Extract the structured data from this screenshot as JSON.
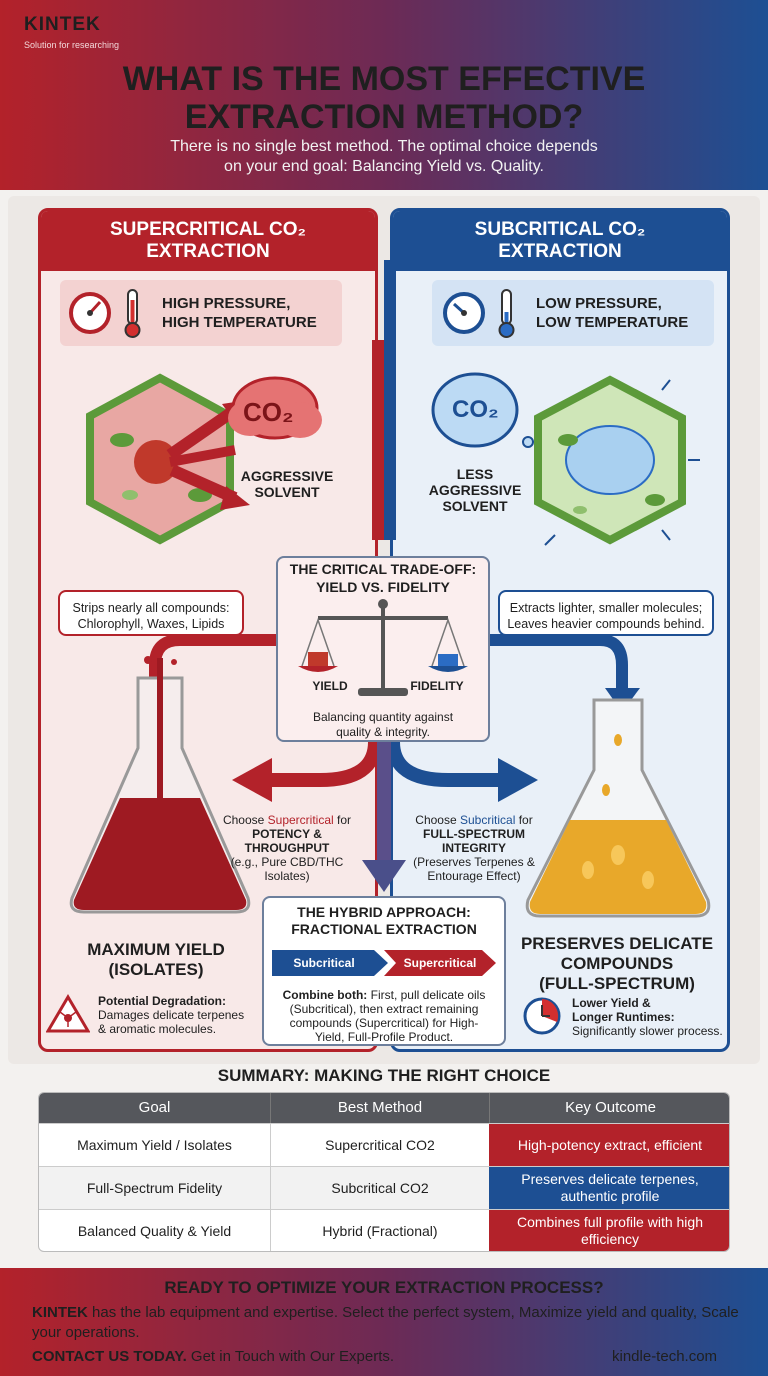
{
  "header": {
    "brand": "KINTEK",
    "brand_tagline": "Solution for researching",
    "title_line1": "WHAT IS THE MOST EFFECTIVE",
    "title_line2": "EXTRACTION METHOD?",
    "subtitle_line1": "There is no single best method. The optimal choice depends",
    "subtitle_line2": "on your end goal: Balancing Yield vs. Quality."
  },
  "supercritical": {
    "title_line1": "SUPERCRITICAL CO₂",
    "title_line2": "EXTRACTION",
    "conditions_line1": "HIGH PRESSURE,",
    "conditions_line2": "HIGH TEMPERATURE",
    "cloud_label": "CO₂",
    "solvent_line1": "AGGRESSIVE",
    "solvent_line2": "SOLVENT",
    "callout_line1": "Strips nearly all compounds:",
    "callout_line2": "Chlorophyll, Waxes, Lipids",
    "result_line1": "MAXIMUM YIELD",
    "result_line2": "(ISOLATES)",
    "warning_title": "Potential Degradation:",
    "warning_line1": "Damages delicate terpenes",
    "warning_line2": "& aromatic molecules.",
    "choose_prefix": "Choose",
    "choose_method": "Supercritical",
    "choose_for": "for",
    "choose_line2": "POTENCY &",
    "choose_line3": "THROUGHPUT",
    "choose_line4": "(e.g., Pure CBD/THC",
    "choose_line5": "Isolates)"
  },
  "subcritical": {
    "title_line1": "SUBCRITICAL CO₂",
    "title_line2": "EXTRACTION",
    "conditions_line1": "LOW PRESSURE,",
    "conditions_line2": "LOW TEMPERATURE",
    "bubble_label": "CO₂",
    "solvent_line1": "LESS",
    "solvent_line2": "AGGRESSIVE",
    "solvent_line3": "SOLVENT",
    "callout_line1": "Extracts lighter, smaller molecules;",
    "callout_line2": "Leaves heavier compounds behind.",
    "result_line1": "PRESERVES DELICATE",
    "result_line2": "COMPOUNDS",
    "result_line3": "(FULL-SPECTRUM)",
    "warning_title": "Lower Yield &",
    "warning_line1": "Longer Runtimes:",
    "warning_line2": "Significantly slower process.",
    "choose_prefix": "Choose",
    "choose_method": "Subcritical",
    "choose_for": "for",
    "choose_line2": "FULL-SPECTRUM",
    "choose_line3": "INTEGRITY",
    "choose_line4": "(Preserves Terpenes &",
    "choose_line5": "Entourage Effect)"
  },
  "tradeoff": {
    "title_line1": "THE CRITICAL TRADE-OFF:",
    "title_line2": "YIELD VS. FIDELITY",
    "yield_label": "YIELD",
    "fidelity_label": "FIDELITY",
    "desc_line1": "Balancing quantity against",
    "desc_line2": "quality & integrity."
  },
  "hybrid": {
    "title_line1": "THE HYBRID APPROACH:",
    "title_line2": "FRACTIONAL EXTRACTION",
    "step1": "Subcritical",
    "step2": "Supercritical",
    "desc_line1_bold": "Combine both:",
    "desc_line1": " First, pull delicate oils",
    "desc_line2": "(Subcritical), then extract remaining",
    "desc_line3": "compounds (Supercritical) for High-",
    "desc_line4": "Yield, Full-Profile Product."
  },
  "summary": {
    "title": "SUMMARY: MAKING THE RIGHT CHOICE",
    "headers": [
      "Goal",
      "Best Method",
      "Key Outcome"
    ],
    "rows": [
      {
        "goal": "Maximum Yield / Isolates",
        "method": "Supercritical CO2",
        "outcome": "High-potency extract, efficient",
        "color": "#b3222a"
      },
      {
        "goal": "Full-Spectrum Fidelity",
        "method": "Subcritical CO2",
        "outcome": "Preserves delicate terpenes, authentic profile",
        "color": "#1d4f93"
      },
      {
        "goal": "Balanced Quality & Yield",
        "method": "Hybrid (Fractional)",
        "outcome": "Combines full profile with high efficiency",
        "color": "#b3222a"
      }
    ]
  },
  "footer": {
    "title": "READY TO OPTIMIZE YOUR EXTRACTION PROCESS?",
    "brand": "KINTEK",
    "desc": " has the lab equipment and expertise. Select the perfect system, Maximize yield and quality, Scale your operations.",
    "contact_bold": "CONTACT US TODAY.",
    "contact": " Get in Touch with Our Experts.",
    "url": "kindle-tech.com"
  },
  "colors": {
    "red": "#b3222a",
    "blue": "#1d4f93",
    "green": "#5c9a3a",
    "gold": "#e8a82a"
  }
}
